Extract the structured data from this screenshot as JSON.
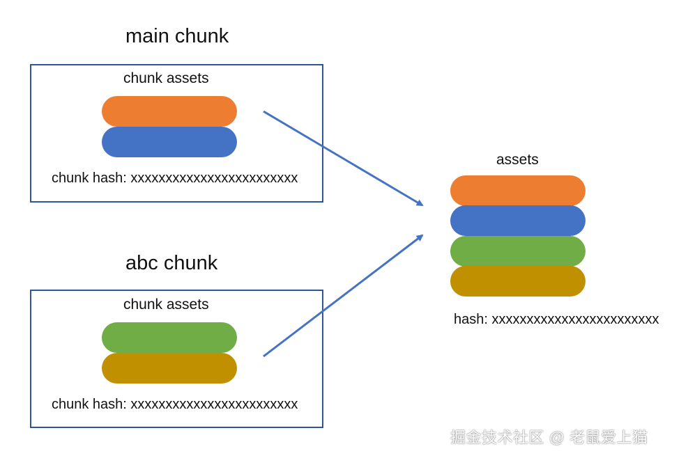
{
  "colors": {
    "orange": "#ed7d31",
    "blue": "#4472c4",
    "green": "#70ad47",
    "gold": "#c09000",
    "box_border": "#2f5597",
    "arrow": "#4472c4"
  },
  "main_chunk": {
    "title": "main chunk",
    "assets_label": "chunk assets",
    "hash_text": "chunk hash: xxxxxxxxxxxxxxxxxxxxxxxx"
  },
  "abc_chunk": {
    "title": "abc chunk",
    "assets_label": "chunk assets",
    "hash_text": "chunk hash: xxxxxxxxxxxxxxxxxxxxxxxx"
  },
  "output": {
    "assets_label": "assets",
    "hash_text": "hash: xxxxxxxxxxxxxxxxxxxxxxxx"
  },
  "watermark": "掘金技术社区 @ 老鼠爱上猫"
}
